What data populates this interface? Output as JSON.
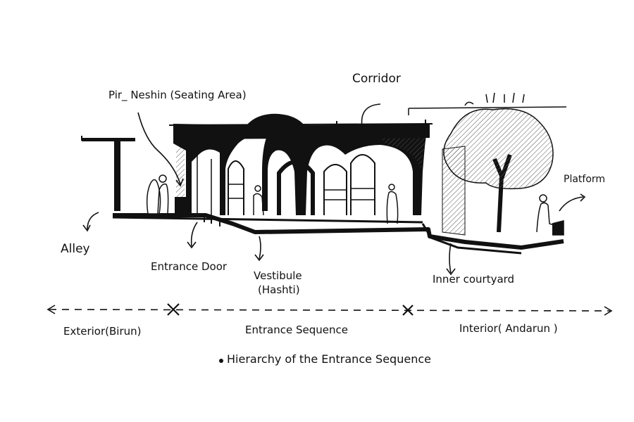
{
  "labels": {
    "pir_neshin": "Pir_ Neshin (Seating Area)",
    "corridor": "Corridor",
    "platform": "Platform",
    "alley": "Alley",
    "entrance_door": "Entrance Door",
    "vestibule": "Vestibule",
    "hashti": "(Hashti)",
    "inner_courtyard": "Inner courtyard"
  },
  "sequence": {
    "exterior": "Exterior(Birun)",
    "entrance": "Entrance Sequence",
    "interior": "Interior( Andarun )"
  },
  "caption": "Hierarchy of the Entrance Sequence",
  "colors": {
    "ink": "#111111",
    "paper": "#ffffff",
    "hatch": "#555555"
  }
}
